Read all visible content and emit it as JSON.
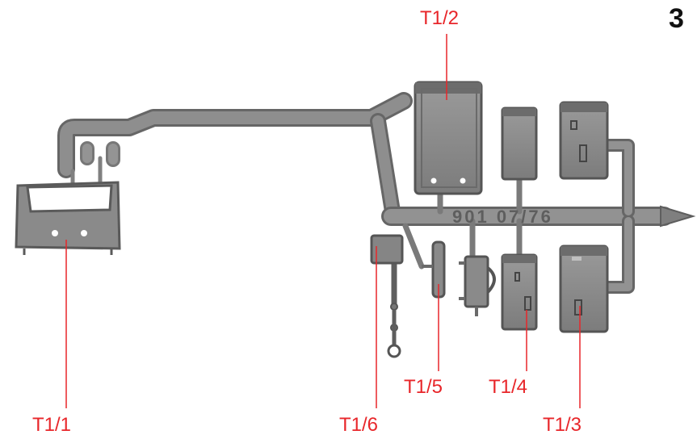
{
  "page_number": "3",
  "sprue_code": "901 07/76",
  "colors": {
    "label": "#e8262a",
    "leader_line": "#e8262a",
    "plastic": "#8c8c8c",
    "plastic_dark": "#5e5e5e",
    "plastic_light": "#b4b4b4"
  },
  "parts": [
    {
      "id": "T1/1",
      "label": "T1/1"
    },
    {
      "id": "T1/2",
      "label": "T1/2"
    },
    {
      "id": "T1/3",
      "label": "T1/3"
    },
    {
      "id": "T1/4",
      "label": "T1/4"
    },
    {
      "id": "T1/5",
      "label": "T1/5"
    },
    {
      "id": "T1/6",
      "label": "T1/6"
    }
  ]
}
